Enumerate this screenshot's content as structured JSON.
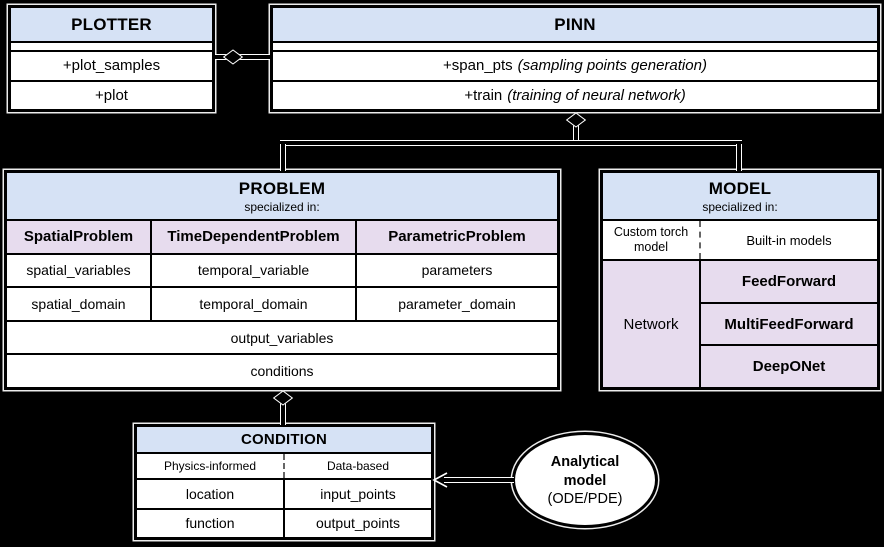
{
  "palette": {
    "background": "#000000",
    "header_fill": "#d6e2f5",
    "accent_fill": "#e7dcee",
    "cell_fill": "#ffffff",
    "border": "#000000",
    "connector": "#ffffff"
  },
  "plotter": {
    "title": "PLOTTER",
    "methods": [
      "+plot_samples",
      "+plot"
    ]
  },
  "pinn": {
    "title": "PINN",
    "methods": [
      {
        "name": "+span_pts",
        "note": "(sampling points generation)"
      },
      {
        "name": "+train",
        "note": "(training of neural network)"
      }
    ]
  },
  "problem": {
    "title": "PROBLEM",
    "subtitle": "specialized in:",
    "subclasses": [
      "SpatialProblem",
      "TimeDependentProblem",
      "ParametricProblem"
    ],
    "attributes": {
      "row1": [
        "spatial_variables",
        "temporal_variable",
        "parameters"
      ],
      "row2": [
        "spatial_domain",
        "temporal_domain",
        "parameter_domain"
      ]
    },
    "shared": [
      "output_variables",
      "conditions"
    ]
  },
  "model": {
    "title": "MODEL",
    "subtitle": "specialized in:",
    "variants": [
      "Custom torch model",
      "Built-in models"
    ],
    "network_label": "Network",
    "builtin_models": [
      "FeedForward",
      "MultiFeedForward",
      "DeepONet"
    ]
  },
  "condition": {
    "title": "CONDITION",
    "variants": [
      "Physics-informed",
      "Data-based"
    ],
    "rows": [
      [
        "location",
        "input_points"
      ],
      [
        "function",
        "output_points"
      ]
    ]
  },
  "analytical": {
    "name": "Analytical model",
    "note": "(ODE/PDE)"
  }
}
